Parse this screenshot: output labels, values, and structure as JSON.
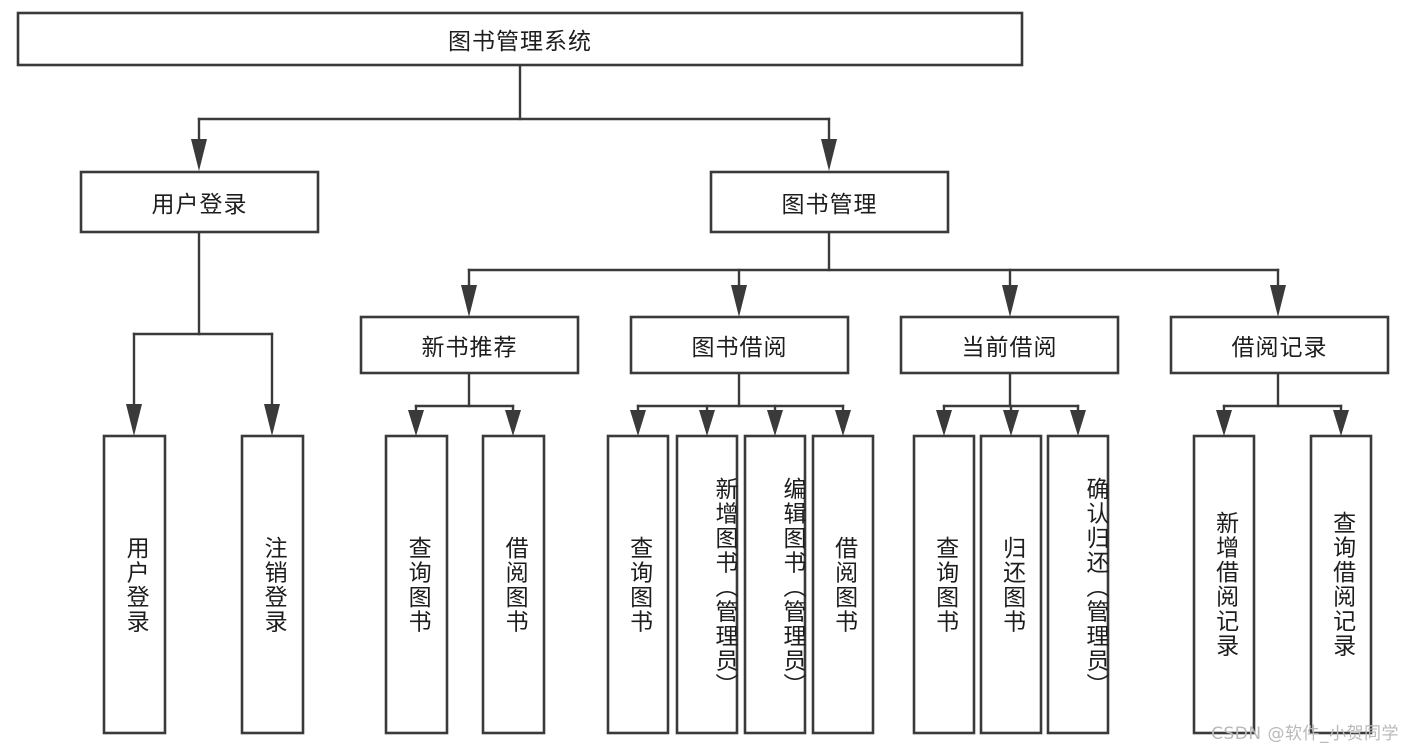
{
  "diagram": {
    "title": "图书管理系统",
    "type": "tree-hierarchy-diagram",
    "watermark": "CSDN @软件_小贺同学",
    "colors": {
      "stroke": "#3a3a3a",
      "fill": "#ffffff",
      "text": "#1d1d1d",
      "watermark": "#b9b9b9",
      "background": "#ffffff"
    },
    "root": {
      "label": "图书管理系统"
    },
    "level2": [
      {
        "label": "用户登录"
      },
      {
        "label": "图书管理"
      }
    ],
    "level3": [
      {
        "label": "新书推荐"
      },
      {
        "label": "图书借阅"
      },
      {
        "label": "当前借阅"
      },
      {
        "label": "借阅记录"
      }
    ],
    "leaves": {
      "user_login": [
        {
          "label": "用户登录"
        },
        {
          "label": "注销登录"
        }
      ],
      "new_book_recommend": [
        {
          "label": "查询图书"
        },
        {
          "label": "借阅图书"
        }
      ],
      "book_borrow": [
        {
          "label": "查询图书"
        },
        {
          "label": "新增图书（管理员）"
        },
        {
          "label": "编辑图书（管理员）"
        },
        {
          "label": "借阅图书"
        }
      ],
      "current_borrow": [
        {
          "label": "查询图书"
        },
        {
          "label": "归还图书"
        },
        {
          "label": "确认归还（管理员）"
        }
      ],
      "borrow_record": [
        {
          "label": "新增借阅记录"
        },
        {
          "label": "查询借阅记录"
        }
      ]
    }
  }
}
